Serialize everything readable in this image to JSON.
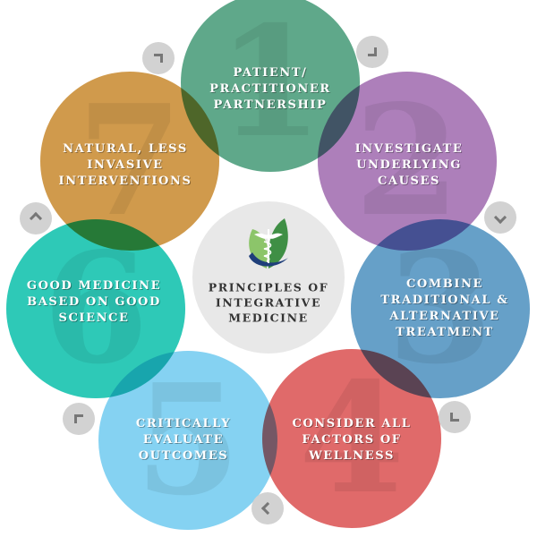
{
  "center": {
    "title_lines": [
      "PRINCIPLES OF",
      "INTEGRATIVE",
      "MEDICINE"
    ],
    "logo_icon": "caduceus-leaf-icon",
    "bg_color": "#e8e8e8"
  },
  "principles": [
    {
      "number": "1",
      "lines": [
        "PATIENT/",
        "PRACTITIONER",
        "PARTNERSHIP"
      ],
      "color": "#5fa88a"
    },
    {
      "number": "2",
      "lines": [
        "INVESTIGATE",
        "UNDERLYING",
        "CAUSES"
      ],
      "color": "#ad7fba"
    },
    {
      "number": "3",
      "lines": [
        "COMBINE",
        "TRADITIONAL &",
        "ALTERNATIVE",
        "TREATMENT"
      ],
      "color": "#66a0c8"
    },
    {
      "number": "4",
      "lines": [
        "CONSIDER ALL",
        "FACTORS OF",
        "WELLNESS"
      ],
      "color": "#e06a6a"
    },
    {
      "number": "5",
      "lines": [
        "CRITICALLY",
        "EVALUATE",
        "OUTCOMES"
      ],
      "color": "#85d2f2"
    },
    {
      "number": "6",
      "lines": [
        "GOOD MEDICINE",
        "BASED ON GOOD",
        "SCIENCE"
      ],
      "color": "#2ec9b7"
    },
    {
      "number": "7",
      "lines": [
        "NATURAL, LESS",
        "INVASIVE",
        "INTERVENTIONS"
      ],
      "color": "#d09a4c"
    }
  ],
  "connectors": {
    "icon": "chevron-arrow-icon",
    "count": 7,
    "color": "#d2d2d2"
  }
}
